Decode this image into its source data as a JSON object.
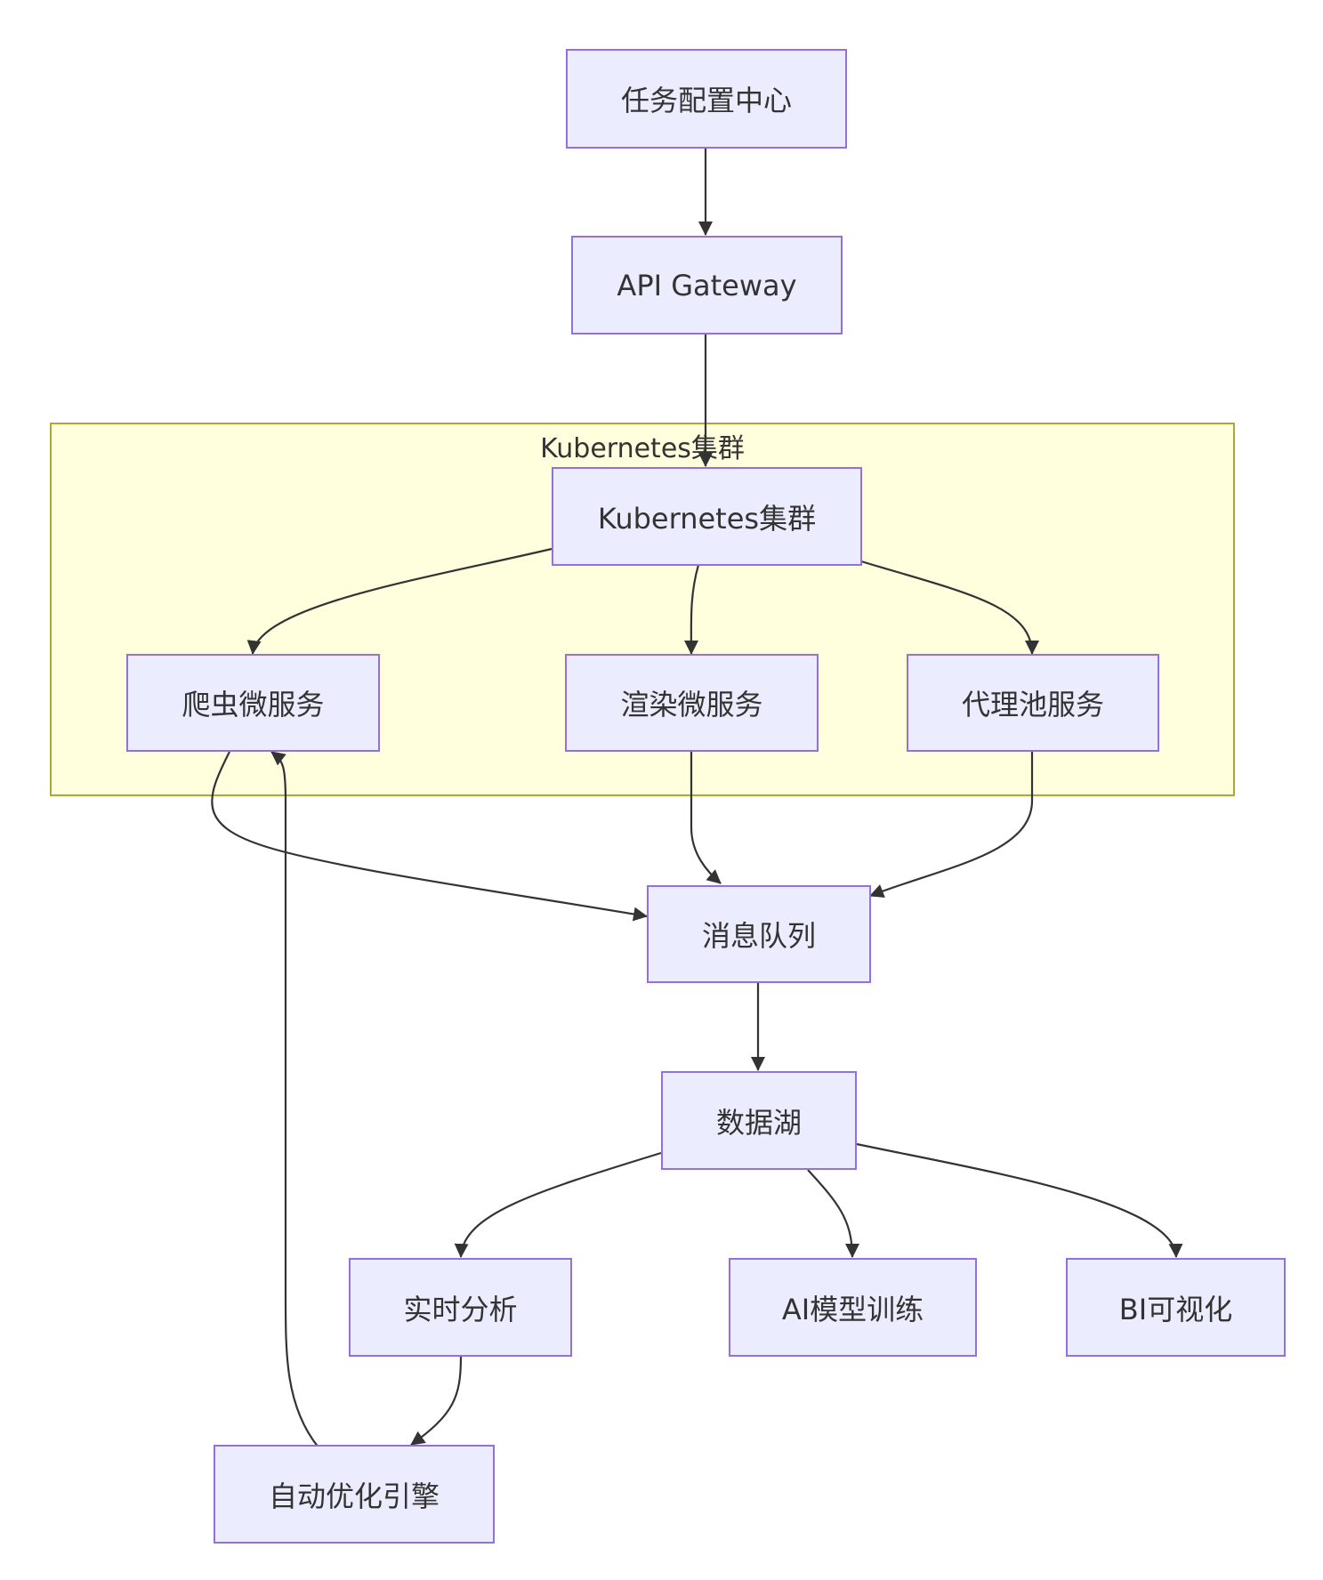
{
  "diagram": {
    "cluster": {
      "title": "Kubernetes集群"
    },
    "nodes": {
      "task_config": "任务配置中心",
      "api_gateway": "API Gateway",
      "k8s": "Kubernetes集群",
      "crawler": "爬虫微服务",
      "render": "渲染微服务",
      "proxy": "代理池服务",
      "mq": "消息队列",
      "lake": "数据湖",
      "realtime": "实时分析",
      "ai": "AI模型训练",
      "bi": "BI可视化",
      "optimizer": "自动优化引擎"
    },
    "edges": [
      {
        "from": "task_config",
        "to": "api_gateway"
      },
      {
        "from": "api_gateway",
        "to": "k8s"
      },
      {
        "from": "k8s",
        "to": "crawler"
      },
      {
        "from": "k8s",
        "to": "render"
      },
      {
        "from": "k8s",
        "to": "proxy"
      },
      {
        "from": "crawler",
        "to": "mq"
      },
      {
        "from": "render",
        "to": "mq"
      },
      {
        "from": "proxy",
        "to": "mq"
      },
      {
        "from": "mq",
        "to": "lake"
      },
      {
        "from": "lake",
        "to": "realtime"
      },
      {
        "from": "lake",
        "to": "ai"
      },
      {
        "from": "lake",
        "to": "bi"
      },
      {
        "from": "realtime",
        "to": "optimizer"
      },
      {
        "from": "optimizer",
        "to": "crawler"
      }
    ],
    "colors": {
      "node_fill": "#ececff",
      "node_border": "#9370db",
      "cluster_fill": "#ffffde",
      "cluster_border": "#aaaa33",
      "edge": "#333333",
      "text": "#333333"
    }
  }
}
